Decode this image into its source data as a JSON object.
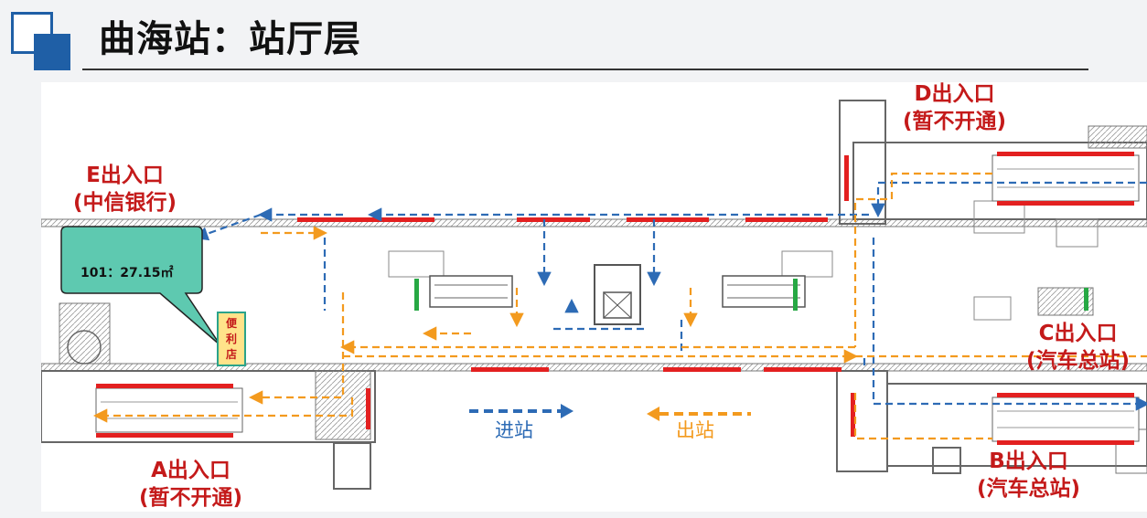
{
  "header": {
    "title": "曲海站：站厅层"
  },
  "exits": {
    "e": {
      "name": "E出入口",
      "note": "(中信银行)"
    },
    "d": {
      "name": "D出入口",
      "note": "(暂不开通)"
    },
    "c": {
      "name": "C出入口",
      "note": "(汽车总站)"
    },
    "a": {
      "name": "A出入口",
      "note": "(暂不开通)"
    },
    "b": {
      "name": "B出入口",
      "note": "(汽车总站)"
    }
  },
  "callout": {
    "text": "101：27.15㎡"
  },
  "store": {
    "label": "便利店"
  },
  "legend": {
    "entry": "进站",
    "exit": "出站"
  },
  "colors": {
    "entry_flow": "#2d6bb5",
    "exit_flow": "#f39a1e",
    "exit_label": "#c41a1a",
    "brand": "#1f5fa6",
    "callout": "#5ec9b0"
  }
}
